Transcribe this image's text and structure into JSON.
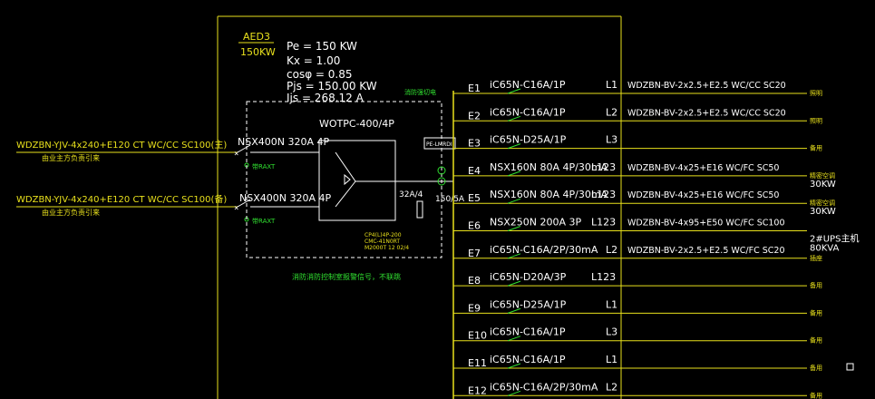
{
  "colors": {
    "background": "#000000",
    "yellow": "#e8e01c",
    "white": "#ffffff",
    "green": "#30e030",
    "cyan": "#40e0e0"
  },
  "panel": {
    "name": "AED3",
    "rating": "150KW",
    "pe": "Pe = 150 KW",
    "kx": "Kx = 1.00",
    "cos": "cosφ = 0.85",
    "pjs": "Pjs = 150.00 KW",
    "ijs": "Ijs = 268.12 A"
  },
  "incoming": [
    {
      "cable": "WDZBN-YJV-4x240+E120 CT WC/CC SC100(主)",
      "note": "由业主方负责引来",
      "breaker": "NSX400N 320A 4P",
      "aux": "带RAXT"
    },
    {
      "cable": "WDZBN-YJV-4x240+E120 CT WC/CC SC100(备)",
      "note": "由业主方负责引来",
      "breaker": "NSX400N 320A 4P",
      "aux": "带RAXT"
    }
  ],
  "ats": {
    "label": "WOTPC-400/4P",
    "note": "消防强切电",
    "controller_notes": [
      "CP4(L)4P-200",
      "CMC-41N0RT",
      "M2000T 12 02/4"
    ],
    "bottom_note": "消防消防控制室报警信号，不联跳"
  },
  "metering": {
    "box_label": "PE-LMRDI",
    "ct1": "32A/4",
    "ct2": "150/5A"
  },
  "outgoing": [
    {
      "id": "E1",
      "breaker": "iC65N-C16A/1P",
      "phase": "L1",
      "cable": "WDZBN-BV-2x2.5+E2.5 WC/CC SC20",
      "use": "照明",
      "extra": ""
    },
    {
      "id": "E2",
      "breaker": "iC65N-C16A/1P",
      "phase": "L2",
      "cable": "WDZBN-BV-2x2.5+E2.5 WC/CC SC20",
      "use": "照明",
      "extra": ""
    },
    {
      "id": "E3",
      "breaker": "iC65N-D25A/1P",
      "phase": "L3",
      "cable": "",
      "use": "备用",
      "extra": ""
    },
    {
      "id": "E4",
      "breaker": "NSX160N 80A 4P/30mA",
      "phase": "L123",
      "cable": "WDZBN-BV-4x25+E16  WC/FC SC50",
      "use": "精密空调",
      "extra": "30KW"
    },
    {
      "id": "E5",
      "breaker": "NSX160N 80A 4P/30mA",
      "phase": "L123",
      "cable": "WDZBN-BV-4x25+E16  WC/FC SC50",
      "use": "精密空调",
      "extra": "30KW"
    },
    {
      "id": "E6",
      "breaker": "NSX250N 200A 3P",
      "phase": "L123",
      "cable": "WDZBN-BV-4x95+E50  WC/FC SC100",
      "use": "",
      "extra": "2#UPS主机 80KVA"
    },
    {
      "id": "E7",
      "breaker": "iC65N-C16A/2P/30mA",
      "phase": "L2",
      "cable": "WDZBN-BV-2x2.5+E2.5  WC/FC SC20",
      "use": "插座",
      "extra": ""
    },
    {
      "id": "E8",
      "breaker": "iC65N-D20A/3P",
      "phase": "L123",
      "cable": "",
      "use": "备用",
      "extra": ""
    },
    {
      "id": "E9",
      "breaker": "iC65N-D25A/1P",
      "phase": "L1",
      "cable": "",
      "use": "备用",
      "extra": ""
    },
    {
      "id": "E10",
      "breaker": "iC65N-C16A/1P",
      "phase": "L3",
      "cable": "",
      "use": "备用",
      "extra": ""
    },
    {
      "id": "E11",
      "breaker": "iC65N-C16A/1P",
      "phase": "L1",
      "cable": "",
      "use": "备用",
      "extra": ""
    },
    {
      "id": "E12",
      "breaker": "iC65N-C16A/2P/30mA",
      "phase": "L2",
      "cable": "",
      "use": "备用",
      "extra": ""
    }
  ]
}
